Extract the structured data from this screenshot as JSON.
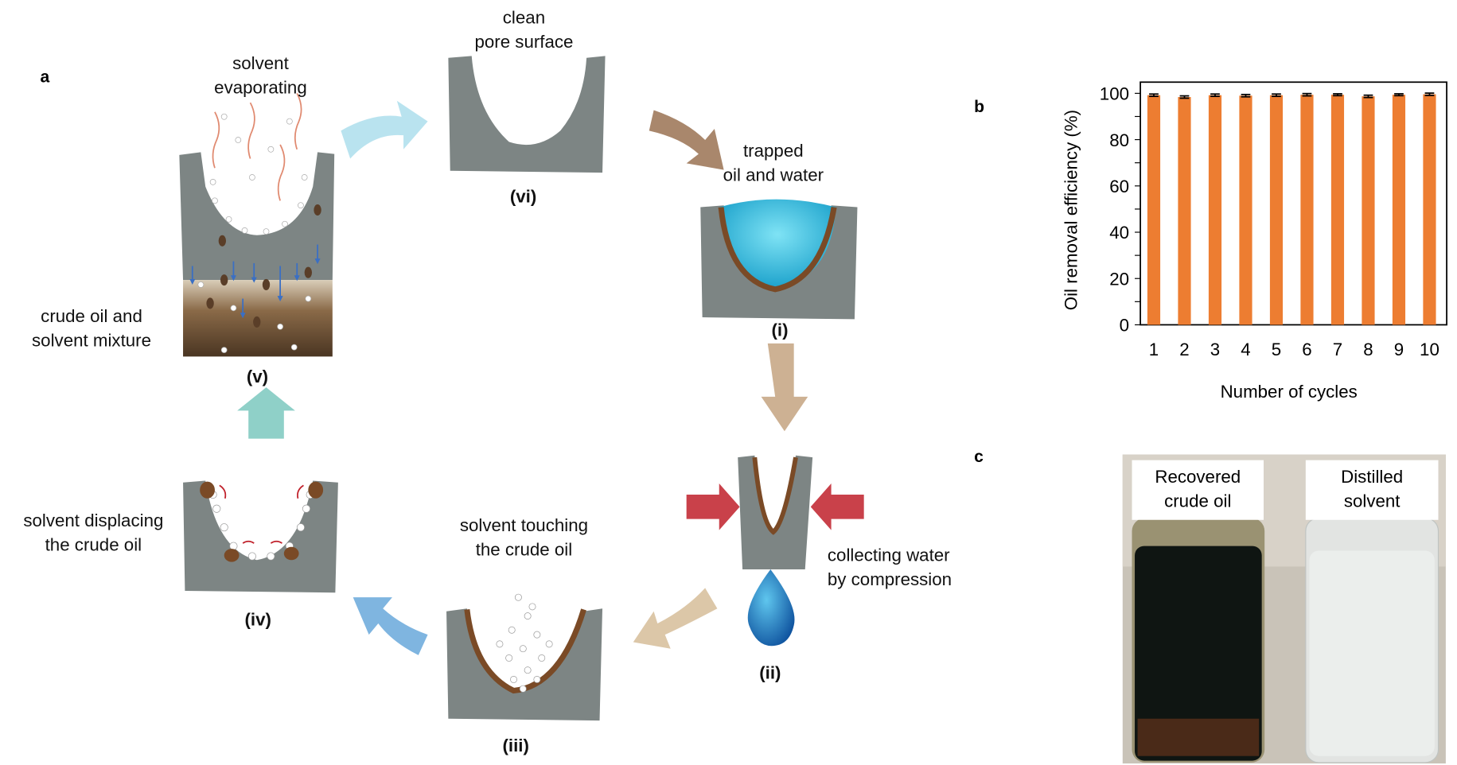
{
  "panels": {
    "a": "a",
    "b": "b",
    "c": "c"
  },
  "steps": {
    "v": {
      "label": "(v)",
      "caption1": "solvent",
      "caption2": "evaporating",
      "side1": "crude oil and",
      "side2": "solvent mixture"
    },
    "vi": {
      "label": "(vi)",
      "caption1": "clean",
      "caption2": "pore surface"
    },
    "i": {
      "label": "(i)",
      "caption1": "trapped",
      "caption2": "oil and water"
    },
    "ii": {
      "label": "(ii)",
      "caption1": "collecting water",
      "caption2": "by compression"
    },
    "iii": {
      "label": "(iii)",
      "caption1": "solvent touching",
      "caption2": "the crude oil"
    },
    "iv": {
      "label": "(iv)",
      "caption1": "solvent displacing",
      "caption2": "the crude oil"
    }
  },
  "photo": {
    "left1": "Recovered",
    "left2": "crude oil",
    "right1": "Distilled",
    "right2": "solvent"
  },
  "colors": {
    "bar": "#ed7d31",
    "pore": "#7d8584",
    "oil": "#7a4a26",
    "water": "#2fb8d8"
  },
  "chart_data": {
    "type": "bar",
    "categories": [
      "1",
      "2",
      "3",
      "4",
      "5",
      "6",
      "7",
      "8",
      "9",
      "10"
    ],
    "values": [
      99.2,
      98.4,
      99.2,
      99.0,
      99.2,
      99.4,
      99.4,
      98.7,
      99.4,
      99.6
    ],
    "errors": [
      0.5,
      0.5,
      0.5,
      0.5,
      0.5,
      0.5,
      0.4,
      0.5,
      0.4,
      0.5
    ],
    "xlabel": "Number of cycles",
    "ylabel": "Oil removal efficiency (%)",
    "ylim": [
      0,
      100
    ],
    "yticks": [
      "0",
      "20",
      "40",
      "60",
      "80",
      "100"
    ]
  }
}
